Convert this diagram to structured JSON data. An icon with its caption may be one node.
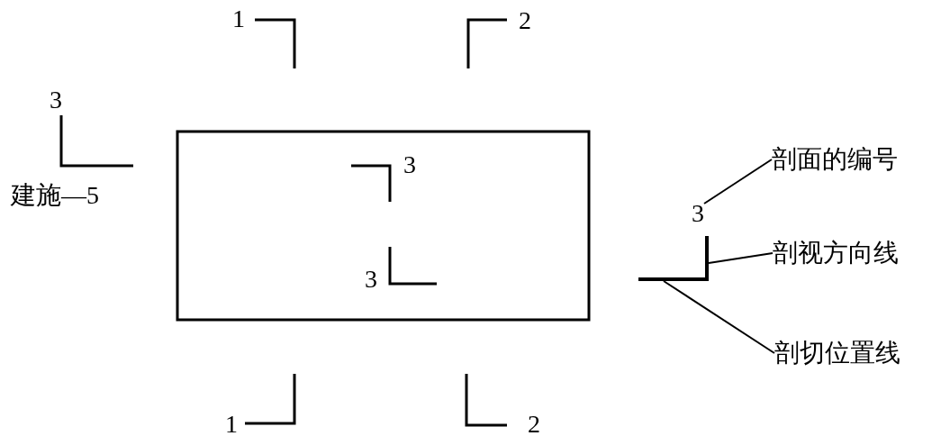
{
  "diagram": {
    "nodes": [
      {
        "text": [
          "3"
        ]
      },
      {
        "text": [
          "剖面的编号"
        ]
      },
      {
        "text": [],
        "shape": "line"
      },
      {
        "text": [
          "剖视方向线"
        ]
      },
      {
        "text": [],
        "shape": "line"
      },
      {
        "text": [
          "剖切位置线"
        ]
      }
    ],
    "edges": [
      {
        "from": 1,
        "to": 0,
        "arrow": "none"
      },
      {
        "from": 3,
        "to": 2,
        "arrow": "none"
      },
      {
        "from": 5,
        "to": 4,
        "arrow": "none"
      }
    ],
    "labels": [
      "1",
      "2",
      "3",
      "3",
      "建施—5",
      "3",
      "1",
      "2"
    ]
  }
}
